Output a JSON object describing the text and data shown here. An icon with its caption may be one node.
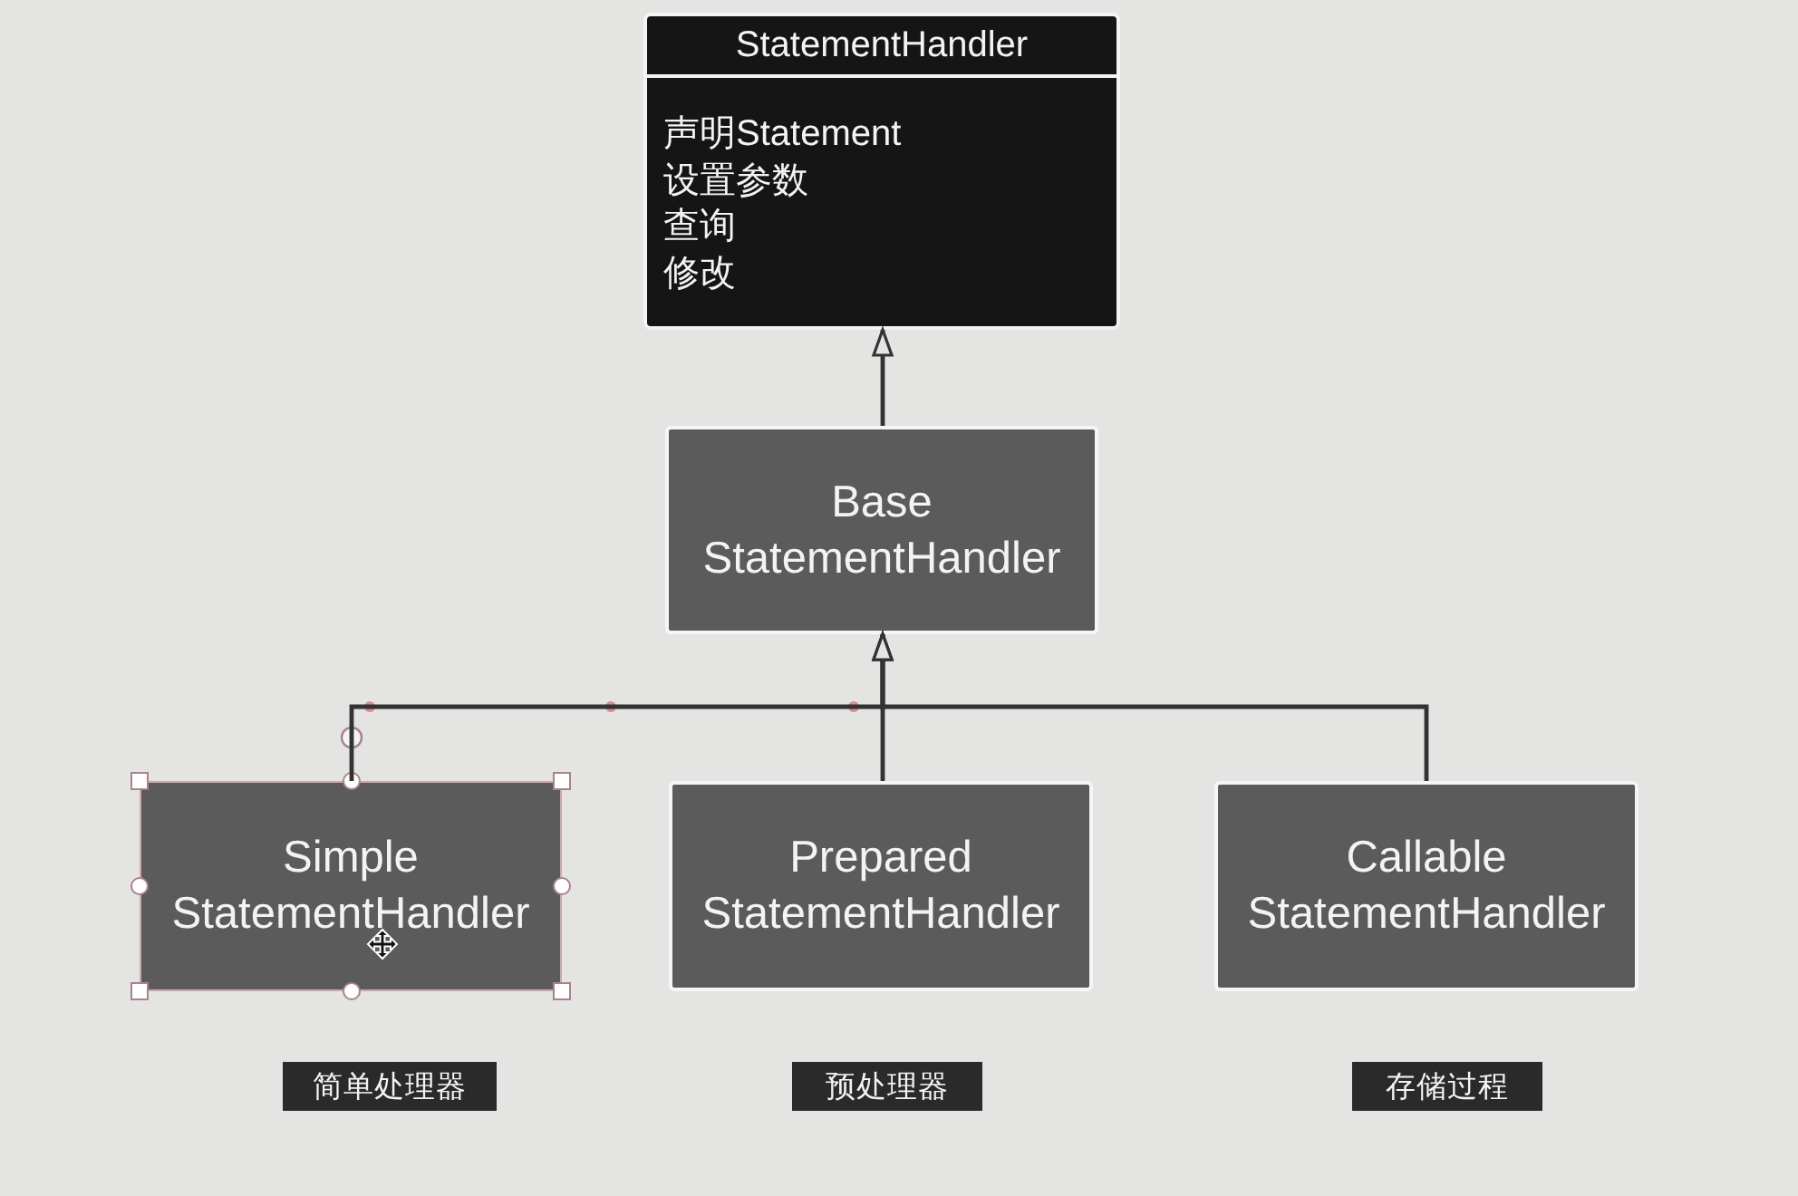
{
  "diagram": {
    "nodes": [
      {
        "text": [
          "StatementHandler",
          "声明Statement",
          "设置参数",
          "查询",
          "修改"
        ]
      },
      {
        "text": [
          "Base StatementHandler"
        ]
      },
      {
        "text": [
          "Simple StatementHandler"
        ]
      },
      {
        "text": [
          "Prepared StatementHandler"
        ]
      },
      {
        "text": [
          "Callable StatementHandler"
        ]
      },
      {
        "text": [
          "简单处理器"
        ]
      },
      {
        "text": [
          "预处理器"
        ]
      },
      {
        "text": [
          "存储过程"
        ]
      }
    ],
    "edges": [
      {
        "from": 1,
        "to": 0,
        "arrow": "to"
      },
      {
        "from": 2,
        "to": 1,
        "arrow": "to"
      },
      {
        "from": 3,
        "to": 1,
        "arrow": "to"
      },
      {
        "from": 4,
        "to": 1,
        "arrow": "to"
      }
    ]
  }
}
